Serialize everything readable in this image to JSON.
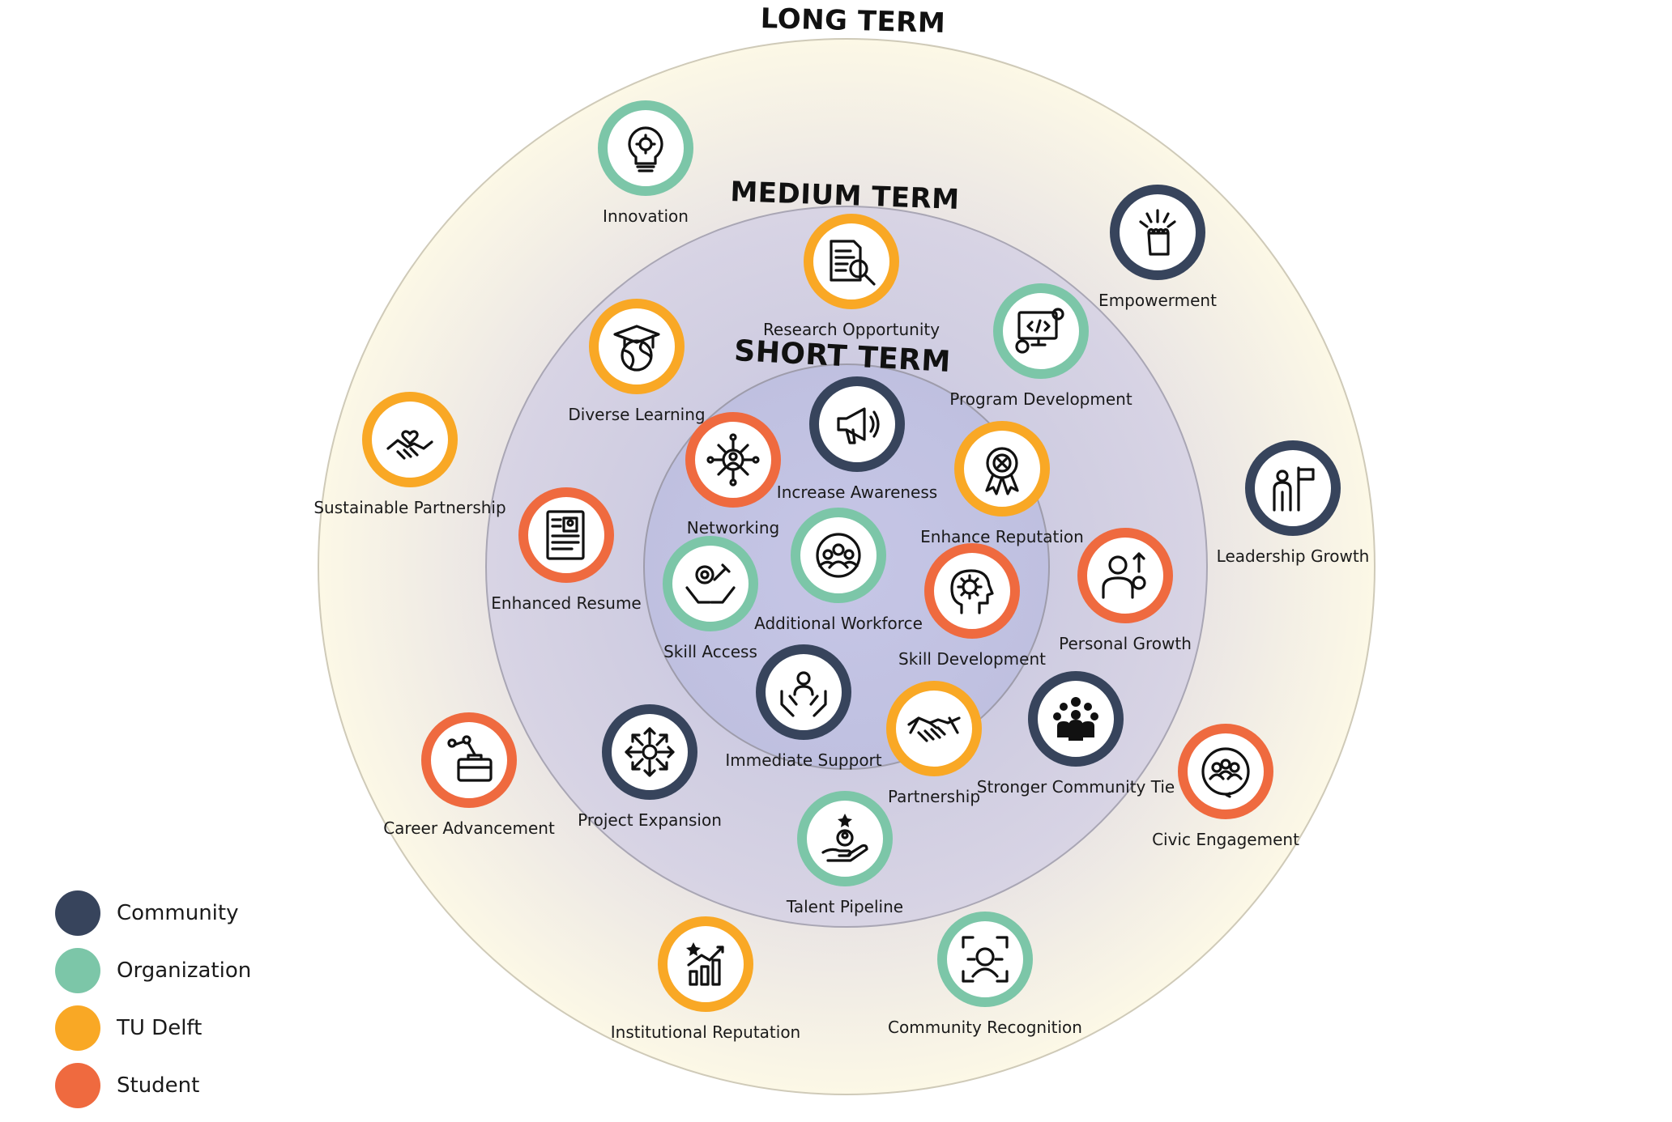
{
  "rings": {
    "long": "LONG TERM",
    "medium": "MEDIUM TERM",
    "short": "SHORT TERM"
  },
  "colors": {
    "community": "#37445c",
    "organization": "#7cc6a8",
    "tudelft": "#f9a825",
    "student": "#ef6a3f"
  },
  "legend": [
    {
      "key": "community",
      "label": "Community"
    },
    {
      "key": "organization",
      "label": "Organization"
    },
    {
      "key": "tudelft",
      "label": "TU Delft"
    },
    {
      "key": "student",
      "label": "Student"
    }
  ],
  "nodes": [
    {
      "id": "innovation",
      "label": "Innovation",
      "group": "organization",
      "term": "long",
      "icon": "lightbulb-gear-icon"
    },
    {
      "id": "empowerment",
      "label": "Empowerment",
      "group": "community",
      "term": "long",
      "icon": "raised-fist-icon"
    },
    {
      "id": "leadership-growth",
      "label": "Leadership Growth",
      "group": "community",
      "term": "long",
      "icon": "person-flag-icon"
    },
    {
      "id": "sustainable-partnership",
      "label": "Sustainable Partnership",
      "group": "tudelft",
      "term": "long",
      "icon": "handshake-heart-icon"
    },
    {
      "id": "career-advancement",
      "label": "Career Advancement",
      "group": "student",
      "term": "long",
      "icon": "briefcase-path-icon"
    },
    {
      "id": "civic-engagement",
      "label": "Civic Engagement",
      "group": "student",
      "term": "long",
      "icon": "group-circle-icon"
    },
    {
      "id": "institutional-reputation",
      "label": "Institutional Reputation",
      "group": "tudelft",
      "term": "long",
      "icon": "rising-star-chart-icon"
    },
    {
      "id": "community-recognition",
      "label": "Community Recognition",
      "group": "organization",
      "term": "long",
      "icon": "face-scan-icon"
    },
    {
      "id": "research-opportunity",
      "label": "Research Opportunity",
      "group": "tudelft",
      "term": "medium",
      "icon": "document-search-icon"
    },
    {
      "id": "program-development",
      "label": "Program Development",
      "group": "organization",
      "term": "medium",
      "icon": "monitor-code-icon"
    },
    {
      "id": "diverse-learning",
      "label": "Diverse Learning",
      "group": "tudelft",
      "term": "medium",
      "icon": "graduation-globe-icon"
    },
    {
      "id": "enhanced-resume",
      "label": "Enhanced Resume",
      "group": "student",
      "term": "medium",
      "icon": "resume-icon"
    },
    {
      "id": "personal-growth",
      "label": "Personal Growth",
      "group": "student",
      "term": "medium",
      "icon": "person-gear-icon"
    },
    {
      "id": "stronger-community-tie",
      "label": "Stronger Community Tie",
      "group": "community",
      "term": "medium",
      "icon": "crowd-icon"
    },
    {
      "id": "project-expansion",
      "label": "Project Expansion",
      "group": "community",
      "term": "medium",
      "icon": "expand-arrows-icon"
    },
    {
      "id": "talent-pipeline",
      "label": "Talent Pipeline",
      "group": "organization",
      "term": "medium",
      "icon": "hand-person-star-icon"
    },
    {
      "id": "increase-awareness",
      "label": "Increase Awareness",
      "group": "community",
      "term": "short",
      "icon": "megaphone-icon"
    },
    {
      "id": "networking",
      "label": "Networking",
      "group": "student",
      "term": "short",
      "icon": "network-hub-icon"
    },
    {
      "id": "enhance-reputation",
      "label": "Enhance Reputation",
      "group": "tudelft",
      "term": "short",
      "icon": "award-ribbon-icon"
    },
    {
      "id": "additional-workforce",
      "label": "Additional Workforce",
      "group": "organization",
      "term": "short",
      "icon": "team-gear-icon"
    },
    {
      "id": "skill-access",
      "label": "Skill Access",
      "group": "organization",
      "term": "short",
      "icon": "hands-gear-wrench-icon"
    },
    {
      "id": "skill-development",
      "label": "Skill Development",
      "group": "student",
      "term": "short",
      "icon": "head-gear-icon"
    },
    {
      "id": "immediate-support",
      "label": "Immediate Support",
      "group": "community",
      "term": "short",
      "icon": "hands-person-icon"
    },
    {
      "id": "partnership",
      "label": "Partnership",
      "group": "tudelft",
      "term": "short",
      "icon": "handshake-icon"
    }
  ]
}
